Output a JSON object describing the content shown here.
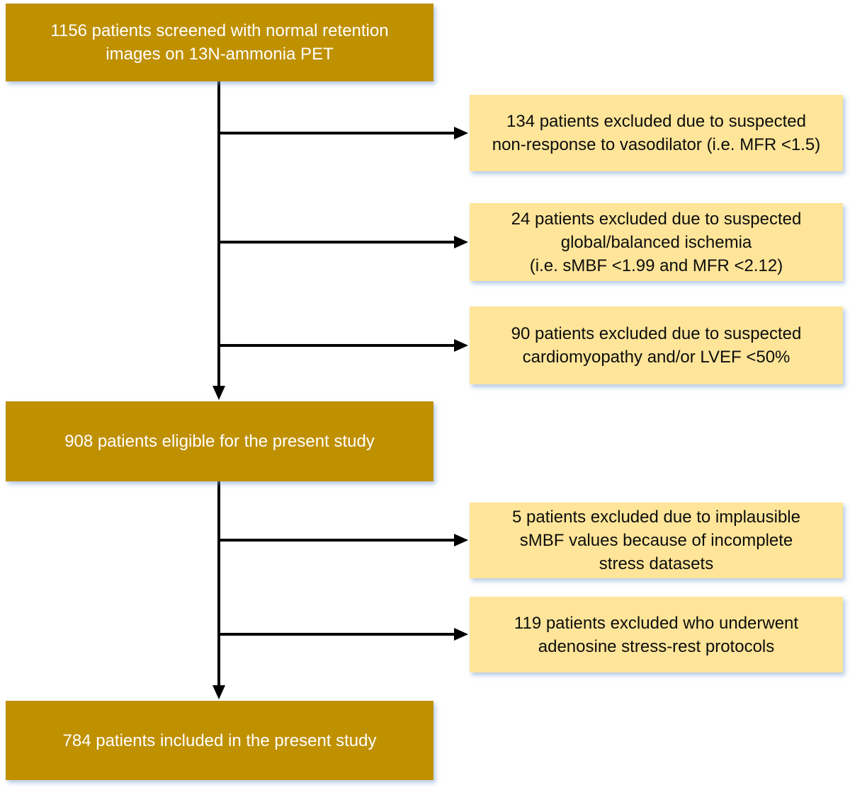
{
  "diagram": {
    "type": "patient-flow-chart",
    "colors": {
      "main_box_fill": "#BF9000",
      "main_box_text": "#FFFFFF",
      "exclusion_box_fill": "#FFE599",
      "exclusion_box_text": "#000000",
      "arrow": "#000000",
      "shadow": "#78A0D2"
    },
    "boxes": {
      "screened": {
        "label": "1156 patients screened with normal retention images on 13N-ammonia PET",
        "count": 1156,
        "lines": [
          "1156 patients screened with normal retention",
          "images on 13N-ammonia PET"
        ]
      },
      "eligible": {
        "label": "908 patients eligible for the present study",
        "count": 908,
        "lines": [
          "908 patients eligible for the present study"
        ]
      },
      "included": {
        "label": "784 patients included in the present study",
        "count": 784,
        "lines": [
          "784 patients included in the present study"
        ]
      },
      "exclusion1": {
        "label": "134 patients excluded due to suspected non-response to vasodilator (i.e. MFR <1.5)",
        "count": 134,
        "lines": [
          "134 patients excluded due to suspected",
          "non-response to vasodilator (i.e. MFR <1.5)"
        ]
      },
      "exclusion2": {
        "label": "24 patients excluded due to suspected global/balanced ischemia (i.e. sMBF <1.99 and MFR <2.12)",
        "count": 24,
        "lines": [
          "24 patients excluded due to suspected",
          "global/balanced ischemia",
          "(i.e. sMBF <1.99 and MFR <2.12)"
        ]
      },
      "exclusion3": {
        "label": "90 patients excluded due to suspected cardiomyopathy and/or LVEF <50%",
        "count": 90,
        "lines": [
          "90 patients excluded due to suspected",
          "cardiomyopathy and/or LVEF <50%"
        ]
      },
      "exclusion4": {
        "label": "5 patients excluded due to implausible sMBF values because of incomplete stress datasets",
        "count": 5,
        "lines": [
          "5 patients excluded due to implausible",
          "sMBF values because of incomplete",
          "stress datasets"
        ]
      },
      "exclusion5": {
        "label": "119 patients excluded who underwent adenosine stress-rest protocols",
        "count": 119,
        "lines": [
          "119 patients excluded who underwent",
          "adenosine stress-rest protocols"
        ]
      }
    }
  }
}
